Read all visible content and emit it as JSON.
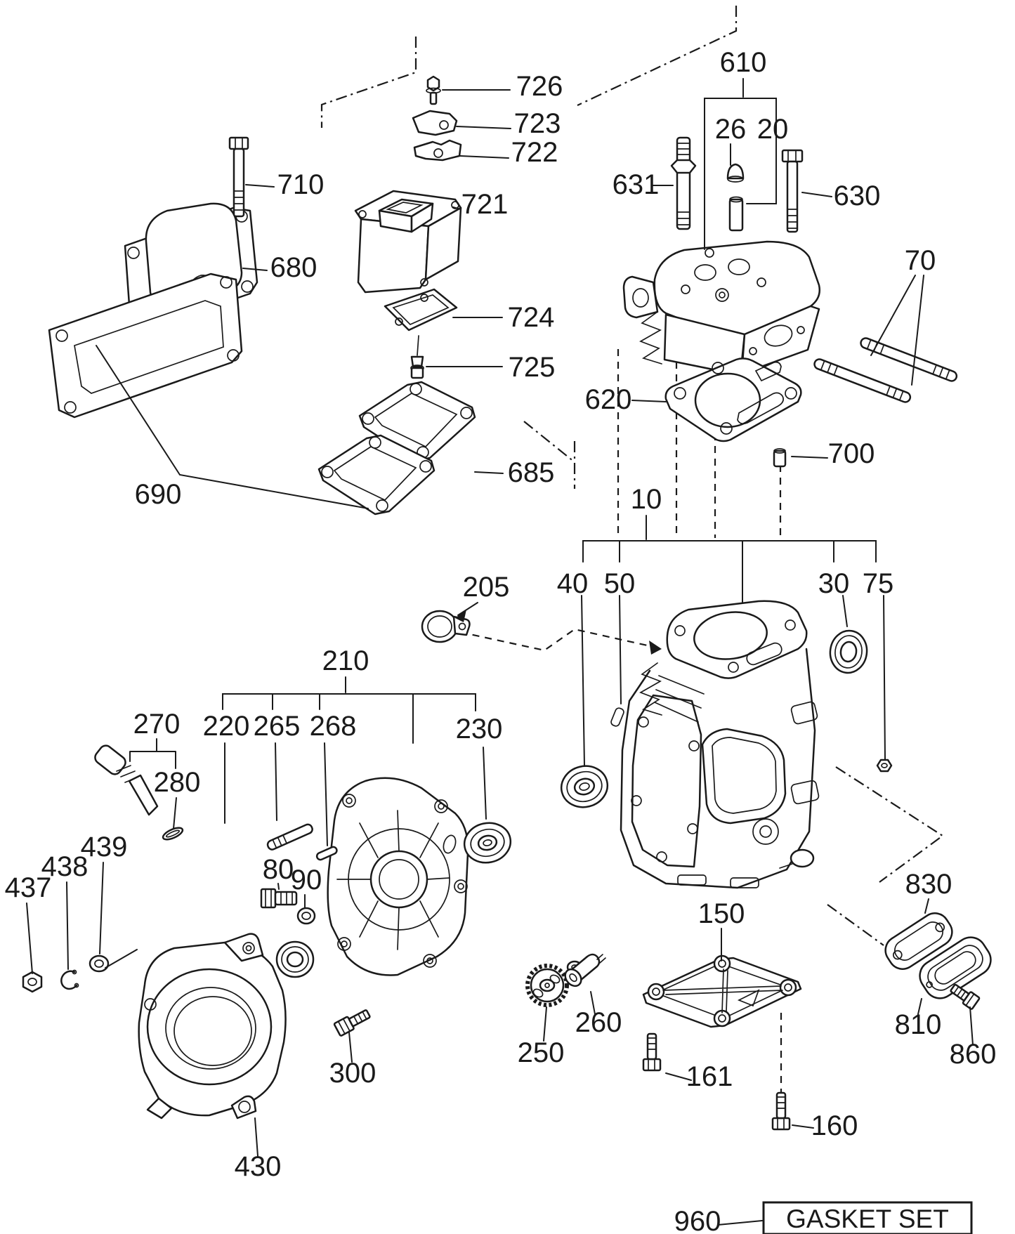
{
  "diagram": {
    "kind": "exploded parts diagram",
    "subject": "engine cylinder head, crankcase and gasket set assembly",
    "background_color": "#ffffff",
    "ink_color": "#1a1a1a"
  },
  "callouts": {
    "l726": "726",
    "l723": "723",
    "l722": "722",
    "l721": "721",
    "l710": "710",
    "l680": "680",
    "l690": "690",
    "l724": "724",
    "l725": "725",
    "l685": "685",
    "l610": "610",
    "l26": "26",
    "l20": "20",
    "l631": "631",
    "l630": "630",
    "l70": "70",
    "l620": "620",
    "l700": "700",
    "l10": "10",
    "l40": "40",
    "l50": "50",
    "l30": "30",
    "l75": "75",
    "l205": "205",
    "l210": "210",
    "l270": "270",
    "l220": "220",
    "l265": "265",
    "l268": "268",
    "l230": "230",
    "l280": "280",
    "l437": "437",
    "l438": "438",
    "l439": "439",
    "l80": "80",
    "l90": "90",
    "l300": "300",
    "l430": "430",
    "l250": "250",
    "l260": "260",
    "l150": "150",
    "l161": "161",
    "l160": "160",
    "l830": "830",
    "l810": "810",
    "l860": "860",
    "l960": "960"
  },
  "gasket_set_box": {
    "part_number": "960",
    "label": "GASKET SET"
  }
}
